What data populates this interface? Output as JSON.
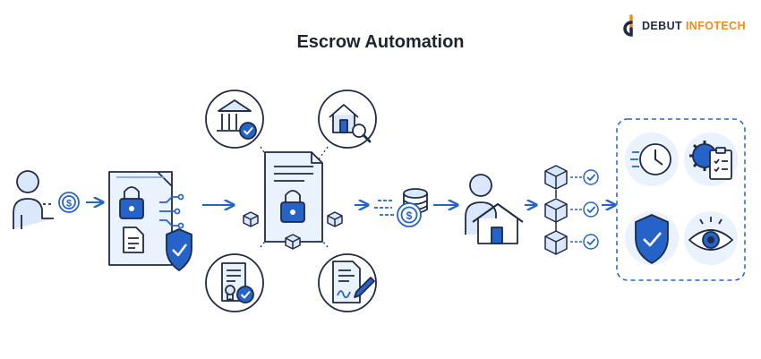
{
  "title": "Escrow Automation",
  "brand": {
    "word1": "DEBUT",
    "word2": "INFOTECH"
  },
  "colors": {
    "primary": "#2563c9",
    "light_fill": "#dbe8fb",
    "dark": "#1f2a44",
    "accent_orange": "#f08a1c",
    "panel_bg": "#eaf2fd"
  },
  "icons": [
    "user-with-coin-icon",
    "secure-document-shield-icon",
    "bank-verified-icon",
    "property-search-icon",
    "certificate-verified-icon",
    "contract-signing-icon",
    "locked-contract-icon",
    "fast-payment-coins-icon",
    "homeowner-icon",
    "blockchain-verified-icon",
    "fast-clock-icon",
    "automated-checklist-icon",
    "security-shield-icon",
    "monitoring-eye-icon"
  ]
}
